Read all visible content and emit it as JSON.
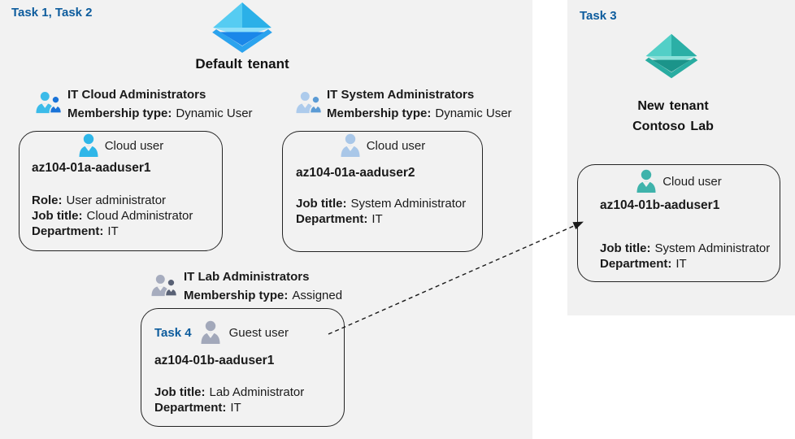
{
  "colors": {
    "task_label": "#0d5c9d",
    "text": "#1a1a1a",
    "left_bg": "#f2f2f2",
    "right_bg": "#f1f1f1",
    "card_border": "#242424",
    "arrow": "#1a1a1a"
  },
  "icons": {
    "aad_blue": {
      "left": "#56ccf2",
      "right": "#2bb0e8",
      "base": "#8edff9",
      "band": "#2ba3ee",
      "bottom": "#1a87e9"
    },
    "aad_teal": {
      "left": "#53cfc7",
      "right": "#2bafa6",
      "base": "#8be0d9",
      "band": "#29aca1",
      "bottom": "#1b948a"
    },
    "group_cloud": {
      "big": "#3bbbe9",
      "small": "#1a73d8"
    },
    "group_system": {
      "big": "#adcbec",
      "small": "#5b9bd5"
    },
    "group_lab": {
      "big": "#a6acbe",
      "small": "#596175"
    },
    "person_cloud1": "#2eb6e8",
    "person_cloud2": "#a9c7e8",
    "person_guest": "#a2a8ba",
    "person_teal": "#3fb3ab"
  },
  "left_panel": {
    "task_label": "Task 1, Task 2",
    "tenant_name": "Default tenant",
    "groups": [
      {
        "name": "IT Cloud Administrators",
        "membership_label": "Membership type:",
        "membership_value": "Dynamic User"
      },
      {
        "name": "IT System Administrators",
        "membership_label": "Membership type:",
        "membership_value": "Dynamic User"
      },
      {
        "name": "IT Lab Administrators",
        "membership_label": "Membership type:",
        "membership_value": "Assigned"
      }
    ],
    "cards": [
      {
        "user_type": "Cloud user",
        "username": "az104-01a-aaduser1",
        "details": [
          {
            "label": "Role:",
            "value": "User administrator"
          },
          {
            "label": "Job title:",
            "value": "Cloud Administrator"
          },
          {
            "label": "Department:",
            "value": "IT"
          }
        ]
      },
      {
        "user_type": "Cloud user",
        "username": "az104-01a-aaduser2",
        "details": [
          {
            "label": "Job title:",
            "value": "System Administrator"
          },
          {
            "label": "Department:",
            "value": "IT"
          }
        ]
      },
      {
        "task_label": "Task 4",
        "user_type": "Guest user",
        "username": "az104-01b-aaduser1",
        "details": [
          {
            "label": "Job title:",
            "value": "Lab Administrator"
          },
          {
            "label": "Department:",
            "value": "IT"
          }
        ]
      }
    ]
  },
  "right_panel": {
    "task_label": "Task 3",
    "tenant_line1": "New tenant",
    "tenant_line2": "Contoso Lab",
    "card": {
      "user_type": "Cloud user",
      "username": "az104-01b-aaduser1",
      "details": [
        {
          "label": "Job title:",
          "value": "System Administrator"
        },
        {
          "label": "Department:",
          "value": "IT"
        }
      ]
    }
  }
}
